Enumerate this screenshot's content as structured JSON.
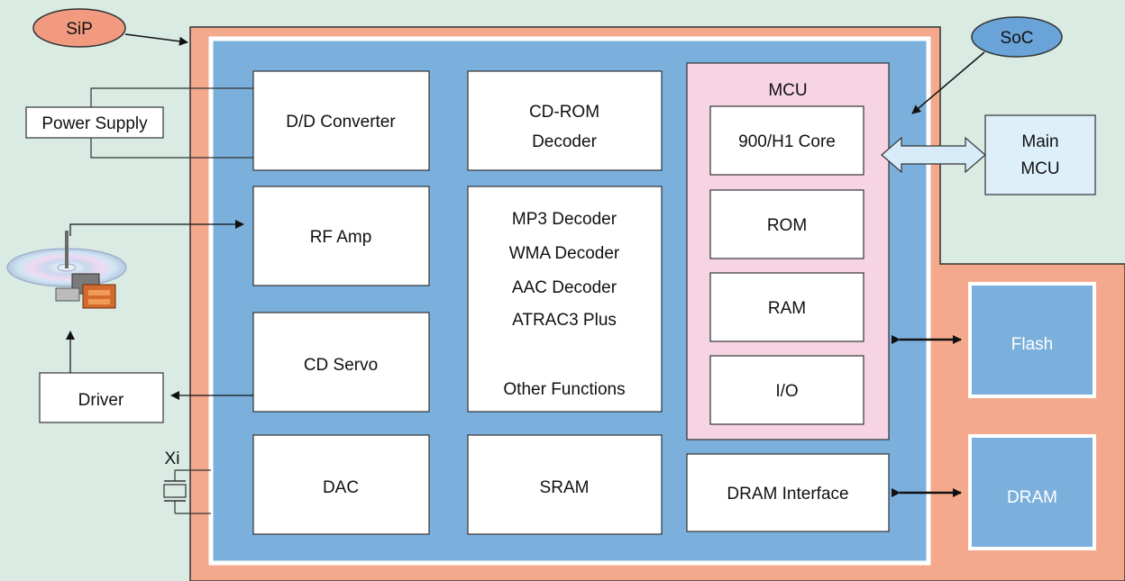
{
  "labels": {
    "sip": "SiP",
    "soc": "SoC",
    "power_supply": "Power Supply",
    "dd_converter": "D/D Converter",
    "cdrom_line1": "CD-ROM",
    "cdrom_line2": "Decoder",
    "mcu": "MCU",
    "core": "900/H1 Core",
    "main_mcu_line1": "Main",
    "main_mcu_line2": "MCU",
    "rf_amp": "RF Amp",
    "decoders": [
      "MP3 Decoder",
      "WMA Decoder",
      "AAC Decoder",
      "ATRAC3 Plus"
    ],
    "other_functions": "Other Functions",
    "rom": "ROM",
    "ram": "RAM",
    "io": "I/O",
    "cd_servo": "CD Servo",
    "driver": "Driver",
    "flash": "Flash",
    "xi": "Xi",
    "dac": "DAC",
    "sram": "SRAM",
    "dram_interface": "DRAM Interface",
    "dram": "DRAM"
  },
  "colors": {
    "background": "#d9ebe3",
    "sip_package": "#f5a98c",
    "soc_die": "#7bb0dc",
    "mcu_block": "#f7d4e4",
    "main_mcu": "#ddf0fa",
    "sip_ellipse": "#f29a7f",
    "soc_ellipse": "#6aa3d8"
  },
  "icons": {
    "cd_drive": "cd-disc-with-pickup-icon",
    "crystal": "crystal-oscillator-icon"
  }
}
